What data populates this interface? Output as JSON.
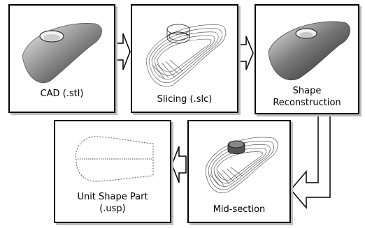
{
  "panels": {
    "cad": {
      "label": "CAD (.stl)"
    },
    "slicing": {
      "label": "Slicing (.slc)"
    },
    "shape_reconstruction": {
      "label_line1": "Shape",
      "label_line2": "Reconstruction"
    },
    "mid_section": {
      "label": "Mid-section"
    },
    "unit_shape_part": {
      "label_line1": "Unit Shape Part",
      "label_line2": "(.usp)"
    }
  },
  "colors": {
    "border": "#000000",
    "shadow": "#bdbdbd",
    "arrow_fill": "#ffffff"
  }
}
